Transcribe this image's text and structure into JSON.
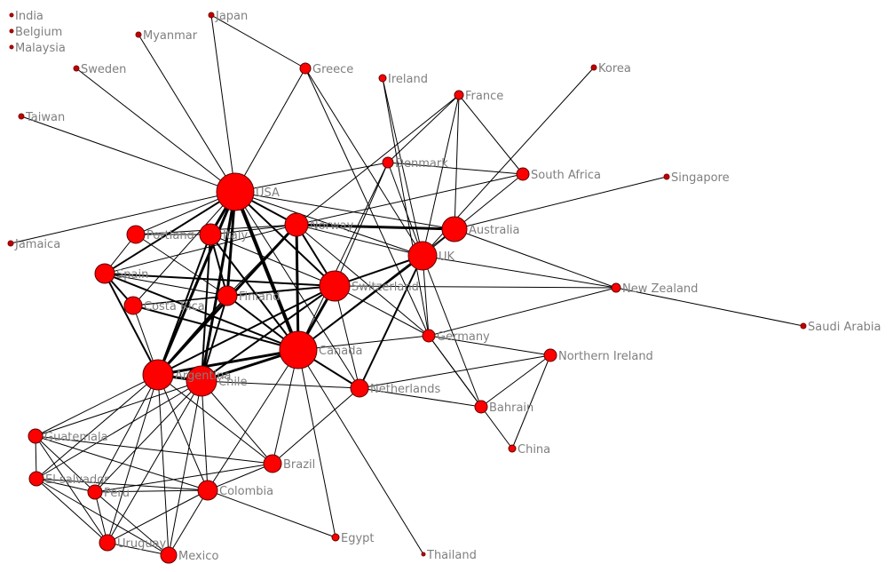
{
  "title": "Country network graph",
  "colors": {
    "node": "#ff0000",
    "node_outline": "#5a0000",
    "edge": "#000000",
    "label": "#7f7f7f"
  },
  "nodes": [
    {
      "id": "India",
      "label": "India",
      "size": 1
    },
    {
      "id": "Belgium",
      "label": "Belgium",
      "size": 1
    },
    {
      "id": "Malaysia",
      "label": "Malaysia",
      "size": 1
    },
    {
      "id": "Myanmar",
      "label": "Myanmar",
      "size": 1
    },
    {
      "id": "Japan",
      "label": "Japan",
      "size": 2
    },
    {
      "id": "Sweden",
      "label": "Sweden",
      "size": 1
    },
    {
      "id": "Greece",
      "label": "Greece",
      "size": 3
    },
    {
      "id": "Ireland",
      "label": "Ireland",
      "size": 2
    },
    {
      "id": "France",
      "label": "France",
      "size": 3
    },
    {
      "id": "Korea",
      "label": "Korea",
      "size": 1
    },
    {
      "id": "Taiwan",
      "label": "Taiwan",
      "size": 1
    },
    {
      "id": "Denmark",
      "label": "Denmark",
      "size": 3
    },
    {
      "id": "South Africa",
      "label": "South Africa",
      "size": 4
    },
    {
      "id": "Singapore",
      "label": "Singapore",
      "size": 1
    },
    {
      "id": "USA",
      "label": "USA",
      "size": 13
    },
    {
      "id": "Norway",
      "label": "Norway",
      "size": 8
    },
    {
      "id": "Australia",
      "label": "Australia",
      "size": 9
    },
    {
      "id": "Jamaica",
      "label": "Jamaica",
      "size": 1
    },
    {
      "id": "Portland",
      "label": "Portland",
      "size": 6
    },
    {
      "id": "Italy",
      "label": "Italy",
      "size": 7
    },
    {
      "id": "UK",
      "label": "UK",
      "size": 10
    },
    {
      "id": "Spain",
      "label": "Spain",
      "size": 7
    },
    {
      "id": "Switzerland",
      "label": "Switzerland",
      "size": 11
    },
    {
      "id": "New Zealand",
      "label": "New Zealand",
      "size": 3
    },
    {
      "id": "Finland",
      "label": "Finland",
      "size": 7
    },
    {
      "id": "Costa Rica",
      "label": "Costa Rica",
      "size": 6
    },
    {
      "id": "Saudi Arabia",
      "label": "Saudi Arabia",
      "size": 1
    },
    {
      "id": "Canada",
      "label": "Canada",
      "size": 13
    },
    {
      "id": "Germany",
      "label": "Germany",
      "size": 4
    },
    {
      "id": "Northern Ireland",
      "label": "Northern Ireland",
      "size": 4
    },
    {
      "id": "Argentina",
      "label": "Argentina",
      "size": 11
    },
    {
      "id": "Chile",
      "label": "Chile",
      "size": 11
    },
    {
      "id": "Netherlands",
      "label": "Netherlands",
      "size": 6
    },
    {
      "id": "Bahrain",
      "label": "Bahrain",
      "size": 4
    },
    {
      "id": "Guatemala",
      "label": "Guatemala",
      "size": 5
    },
    {
      "id": "China",
      "label": "China",
      "size": 2
    },
    {
      "id": "Brazil",
      "label": "Brazil",
      "size": 6
    },
    {
      "id": "El salvador",
      "label": "El salvador",
      "size": 5
    },
    {
      "id": "Peru",
      "label": "Peru",
      "size": 5
    },
    {
      "id": "Colombia",
      "label": "Colombia",
      "size": 7
    },
    {
      "id": "Egypt",
      "label": "Egypt",
      "size": 2
    },
    {
      "id": "Uruguay",
      "label": "Uruguay",
      "size": 6
    },
    {
      "id": "Mexico",
      "label": "Mexico",
      "size": 6
    },
    {
      "id": "Thailand",
      "label": "Thailand",
      "size": 1
    }
  ],
  "edges": [
    [
      "USA",
      "Myanmar",
      1
    ],
    [
      "USA",
      "Japan",
      1
    ],
    [
      "USA",
      "Sweden",
      1
    ],
    [
      "USA",
      "Taiwan",
      1
    ],
    [
      "USA",
      "Jamaica",
      1
    ],
    [
      "USA",
      "Greece",
      1
    ],
    [
      "USA",
      "Denmark",
      1
    ],
    [
      "USA",
      "Norway",
      2
    ],
    [
      "USA",
      "Australia",
      1
    ],
    [
      "USA",
      "Italy",
      3
    ],
    [
      "USA",
      "Portland",
      1
    ],
    [
      "USA",
      "Spain",
      2
    ],
    [
      "USA",
      "Finland",
      3
    ],
    [
      "USA",
      "Costa Rica",
      1
    ],
    [
      "USA",
      "Canada",
      4
    ],
    [
      "USA",
      "Argentina",
      3
    ],
    [
      "USA",
      "Chile",
      3
    ],
    [
      "USA",
      "Switzerland",
      2
    ],
    [
      "USA",
      "UK",
      1
    ],
    [
      "USA",
      "Netherlands",
      1
    ],
    [
      "Japan",
      "Greece",
      1
    ],
    [
      "Greece",
      "UK",
      1
    ],
    [
      "Greece",
      "Germany",
      1
    ],
    [
      "Ireland",
      "UK",
      1
    ],
    [
      "Ireland",
      "Germany",
      1
    ],
    [
      "France",
      "Denmark",
      1
    ],
    [
      "France",
      "UK",
      1
    ],
    [
      "France",
      "South Africa",
      1
    ],
    [
      "France",
      "Australia",
      1
    ],
    [
      "France",
      "Norway",
      1
    ],
    [
      "Denmark",
      "Switzerland",
      1
    ],
    [
      "Denmark",
      "Canada",
      1
    ],
    [
      "Denmark",
      "UK",
      1
    ],
    [
      "South Africa",
      "UK",
      1
    ],
    [
      "South Africa",
      "Norway",
      1
    ],
    [
      "South Africa",
      "Denmark",
      1
    ],
    [
      "Singapore",
      "Australia",
      1
    ],
    [
      "Korea",
      "UK",
      1
    ],
    [
      "Australia",
      "New Zealand",
      1
    ],
    [
      "Australia",
      "Canada",
      1
    ],
    [
      "Norway",
      "Australia",
      3
    ],
    [
      "UK",
      "New Zealand",
      1
    ],
    [
      "UK",
      "Germany",
      1
    ],
    [
      "UK",
      "Netherlands",
      2
    ],
    [
      "UK",
      "Bahrain",
      1
    ],
    [
      "UK",
      "Canada",
      2
    ],
    [
      "UK",
      "Switzerland",
      2
    ],
    [
      "New Zealand",
      "Saudi Arabia",
      1
    ],
    [
      "New Zealand",
      "Switzerland",
      1
    ],
    [
      "New Zealand",
      "Germany",
      1
    ],
    [
      "Germany",
      "Northern Ireland",
      1
    ],
    [
      "Germany",
      "China",
      1
    ],
    [
      "Germany",
      "Canada",
      1
    ],
    [
      "Germany",
      "Bahrain",
      1
    ],
    [
      "Northern Ireland",
      "Bahrain",
      1
    ],
    [
      "Northern Ireland",
      "China",
      1
    ],
    [
      "Northern Ireland",
      "Netherlands",
      1
    ],
    [
      "Netherlands",
      "Bahrain",
      1
    ],
    [
      "Chile",
      "Netherlands",
      1
    ],
    [
      "Canada",
      "Netherlands",
      2
    ],
    [
      "Canada",
      "Brazil",
      1
    ],
    [
      "Canada",
      "Egypt",
      1
    ],
    [
      "Canada",
      "Thailand",
      1
    ],
    [
      "Canada",
      "Colombia",
      1
    ],
    [
      "Canada",
      "Argentina",
      3
    ],
    [
      "Canada",
      "Chile",
      3
    ],
    [
      "Canada",
      "Switzerland",
      3
    ],
    [
      "Canada",
      "Norway",
      3
    ],
    [
      "Canada",
      "Spain",
      2
    ],
    [
      "Canada",
      "Costa Rica",
      2
    ],
    [
      "Canada",
      "Finland",
      2
    ],
    [
      "Canada",
      "Italy",
      2
    ],
    [
      "Argentina",
      "Guatemala",
      1
    ],
    [
      "Argentina",
      "El salvador",
      1
    ],
    [
      "Argentina",
      "Peru",
      1
    ],
    [
      "Argentina",
      "Uruguay",
      1
    ],
    [
      "Argentina",
      "Mexico",
      1
    ],
    [
      "Argentina",
      "Colombia",
      1
    ],
    [
      "Argentina",
      "Brazil",
      1
    ],
    [
      "Argentina",
      "Chile",
      3
    ],
    [
      "Chile",
      "Guatemala",
      1
    ],
    [
      "Chile",
      "El salvador",
      1
    ],
    [
      "Chile",
      "Peru",
      1
    ],
    [
      "Chile",
      "Uruguay",
      1
    ],
    [
      "Chile",
      "Mexico",
      1
    ],
    [
      "Chile",
      "Colombia",
      1
    ],
    [
      "Chile",
      "Brazil",
      1
    ],
    [
      "Guatemala",
      "El salvador",
      1
    ],
    [
      "Guatemala",
      "Peru",
      1
    ],
    [
      "Guatemala",
      "Uruguay",
      1
    ],
    [
      "Guatemala",
      "Colombia",
      1
    ],
    [
      "Guatemala",
      "Brazil",
      1
    ],
    [
      "El salvador",
      "Peru",
      1
    ],
    [
      "El salvador",
      "Uruguay",
      1
    ],
    [
      "El salvador",
      "Mexico",
      1
    ],
    [
      "El salvador",
      "Colombia",
      1
    ],
    [
      "Peru",
      "Uruguay",
      1
    ],
    [
      "Peru",
      "Mexico",
      1
    ],
    [
      "Peru",
      "Colombia",
      1
    ],
    [
      "Peru",
      "Brazil",
      1
    ],
    [
      "Uruguay",
      "Mexico",
      1
    ],
    [
      "Uruguay",
      "Colombia",
      1
    ],
    [
      "Mexico",
      "Colombia",
      1
    ],
    [
      "Colombia",
      "Egypt",
      1
    ],
    [
      "Colombia",
      "Brazil",
      1
    ],
    [
      "Brazil",
      "Netherlands",
      1
    ],
    [
      "Spain",
      "Portland",
      1
    ],
    [
      "Spain",
      "Costa Rica",
      2
    ],
    [
      "Spain",
      "Argentina",
      2
    ],
    [
      "Spain",
      "Switzerland",
      2
    ],
    [
      "Spain",
      "Norway",
      1
    ],
    [
      "Spain",
      "Finland",
      1
    ],
    [
      "Portland",
      "Italy",
      1
    ],
    [
      "Portland",
      "Finland",
      1
    ],
    [
      "Portland",
      "Norway",
      1
    ],
    [
      "Italy",
      "Finland",
      2
    ],
    [
      "Italy",
      "Norway",
      1
    ],
    [
      "Italy",
      "Switzerland",
      1
    ],
    [
      "Norway",
      "Switzerland",
      2
    ],
    [
      "Norway",
      "Finland",
      1
    ],
    [
      "Norway",
      "Argentina",
      3
    ],
    [
      "Switzerland",
      "Argentina",
      2
    ],
    [
      "Switzerland",
      "Chile",
      2
    ],
    [
      "Switzerland",
      "Finland",
      2
    ],
    [
      "Costa Rica",
      "Switzerland",
      1
    ],
    [
      "Costa Rica",
      "Argentina",
      1
    ],
    [
      "Costa Rica",
      "Finland",
      1
    ],
    [
      "Finland",
      "Argentina",
      2
    ],
    [
      "Finland",
      "Chile",
      2
    ],
    [
      "Italy",
      "Argentina",
      2
    ],
    [
      "Italy",
      "Chile",
      2
    ],
    [
      "Norway",
      "UK",
      1
    ],
    [
      "Norway",
      "Germany",
      1
    ],
    [
      "Switzerland",
      "Germany",
      1
    ],
    [
      "Switzerland",
      "Netherlands",
      1
    ]
  ]
}
